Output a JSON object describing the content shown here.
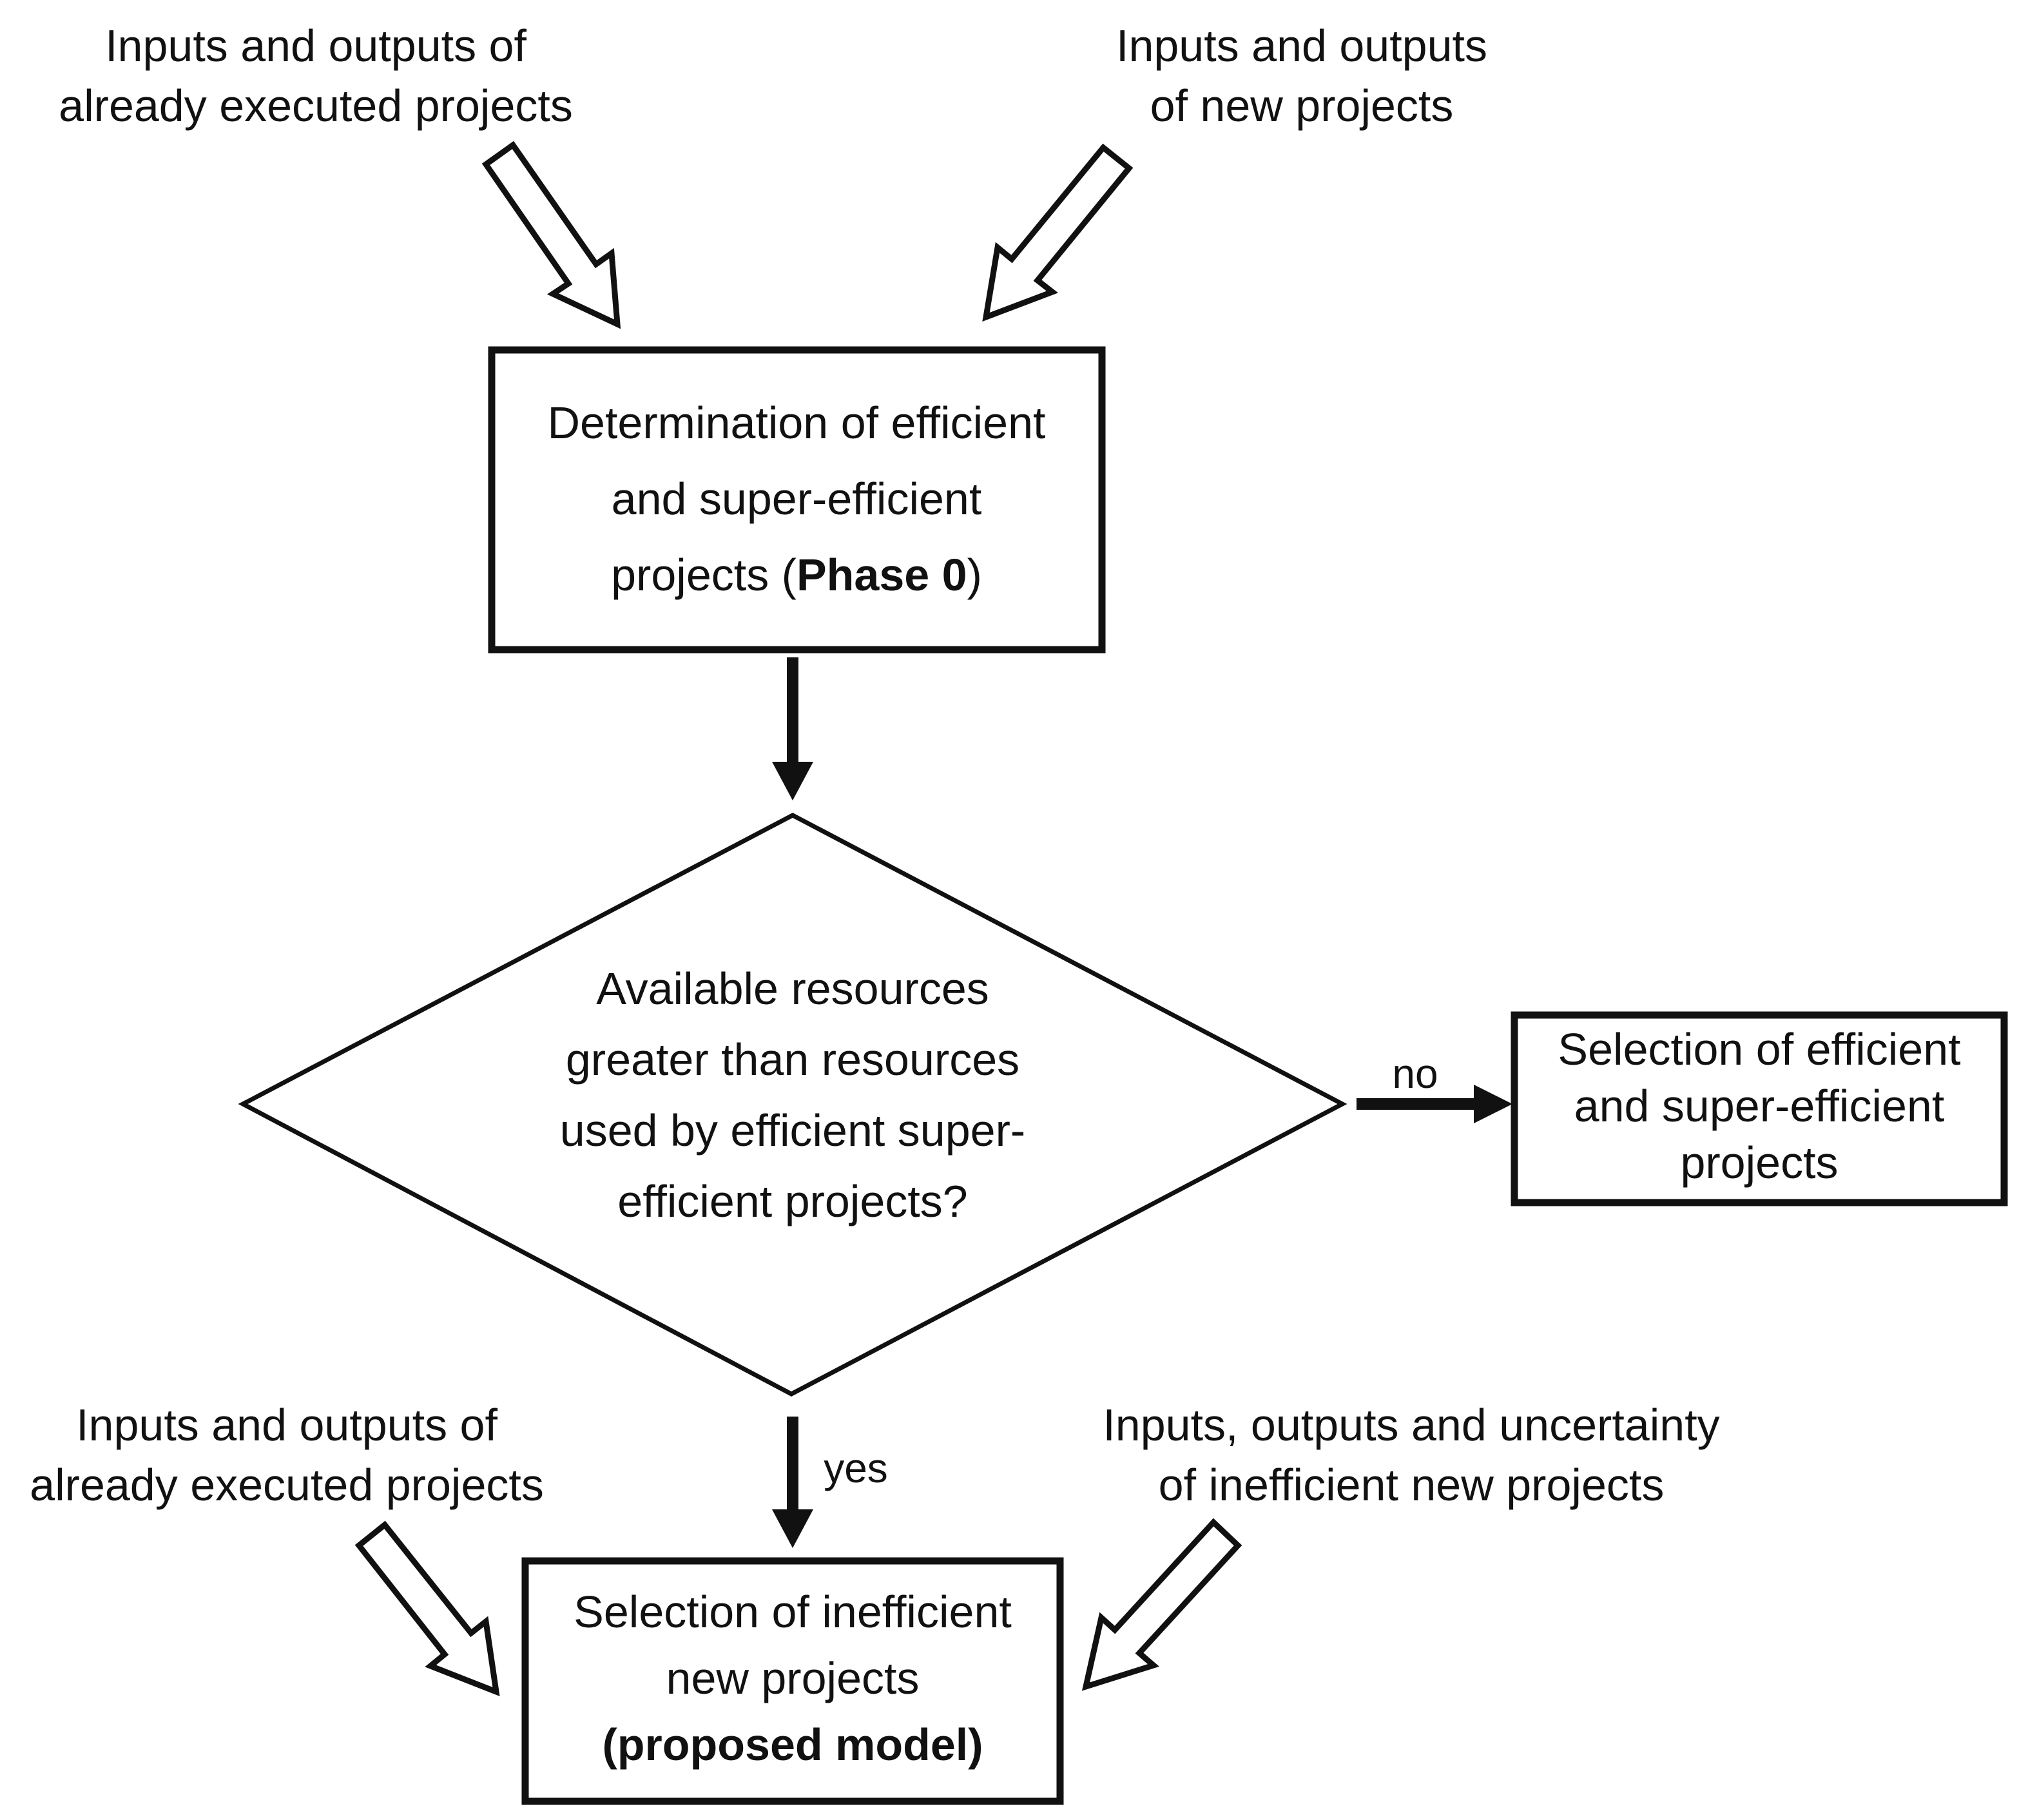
{
  "title": "Project selection flowchart",
  "texts": {
    "top_left": {
      "lines": [
        "Inputs and outputs of",
        "already executed projects"
      ]
    },
    "top_right": {
      "lines": [
        "Inputs and outputs",
        "of new projects"
      ]
    },
    "bottom_left": {
      "lines": [
        "Inputs and outputs of",
        "already executed projects"
      ]
    },
    "bottom_right": {
      "lines": [
        "Inputs, outputs and uncertainty",
        "of inefficient new projects"
      ]
    }
  },
  "nodes": {
    "phase0": {
      "lines": [
        "Determination of efficient",
        "and super-efficient"
      ],
      "line3_pre": "projects (",
      "line3_bold": "Phase 0",
      "line3_post": ")"
    },
    "decision": {
      "lines": [
        "Available resources",
        "greater than resources",
        "used by efficient super-",
        "efficient projects?"
      ]
    },
    "select_efficient": {
      "lines": [
        "Selection of efficient",
        "and super-efficient",
        "projects"
      ]
    },
    "select_inefficient": {
      "lines": [
        "Selection of inefficient",
        "new projects"
      ],
      "line3_bold": "(proposed model)"
    }
  },
  "labels": {
    "no": "no",
    "yes": "yes"
  },
  "colors": {
    "ink": "#111111",
    "background": "#ffffff"
  }
}
